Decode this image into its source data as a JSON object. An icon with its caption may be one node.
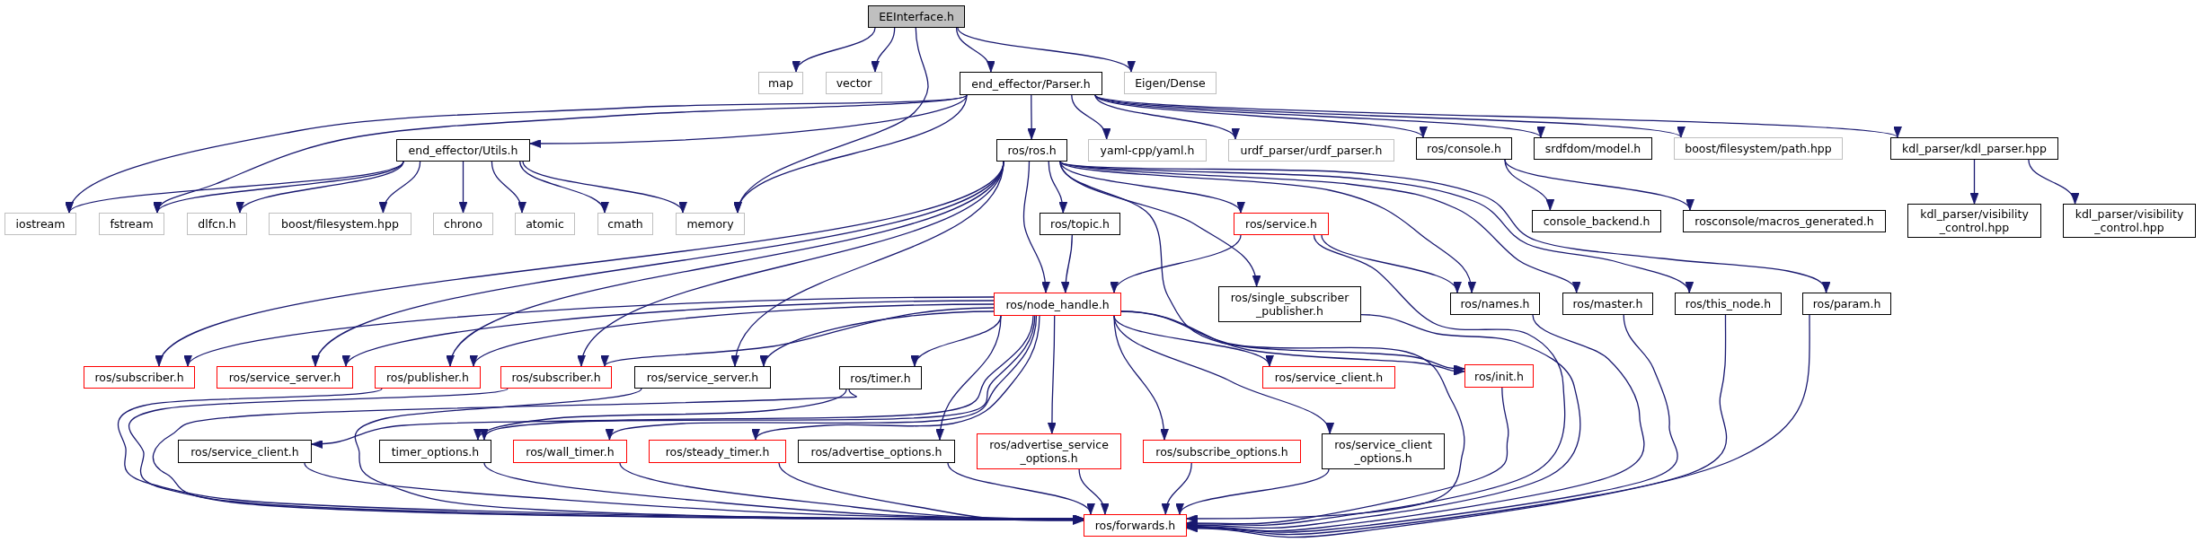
{
  "diagram": {
    "nodes": [
      {
        "text": [
          "EEInterface.h"
        ]
      },
      {
        "text": [
          "map"
        ]
      },
      {
        "text": [
          "vector"
        ]
      },
      {
        "text": [
          "end_effector/Parser.h"
        ]
      },
      {
        "text": [
          "Eigen/Dense"
        ]
      },
      {
        "text": [
          "end_effector/Utils.h"
        ]
      },
      {
        "text": [
          "ros/ros.h"
        ]
      },
      {
        "text": [
          "yaml-cpp/yaml.h"
        ]
      },
      {
        "text": [
          "urdf_parser/urdf_parser.h"
        ]
      },
      {
        "text": [
          "ros/console.h"
        ]
      },
      {
        "text": [
          "srdfdom/model.h"
        ]
      },
      {
        "text": [
          "boost/filesystem/path.hpp"
        ]
      },
      {
        "text": [
          "kdl_parser/kdl_parser.hpp"
        ]
      },
      {
        "text": [
          "iostream"
        ]
      },
      {
        "text": [
          "fstream"
        ]
      },
      {
        "text": [
          "dlfcn.h"
        ]
      },
      {
        "text": [
          "boost/filesystem.hpp"
        ]
      },
      {
        "text": [
          "chrono"
        ]
      },
      {
        "text": [
          "atomic"
        ]
      },
      {
        "text": [
          "cmath"
        ]
      },
      {
        "text": [
          "memory"
        ]
      },
      {
        "text": [
          "ros/topic.h"
        ]
      },
      {
        "text": [
          "ros/service.h"
        ]
      },
      {
        "text": [
          "console_backend.h"
        ]
      },
      {
        "text": [
          "rosconsole/macros_generated.h"
        ]
      },
      {
        "text": [
          "kdl_parser/visibility _control.hpp"
        ]
      },
      {
        "text": [
          "kdl_parser/visibility _control.hpp"
        ]
      },
      {
        "text": [
          "ros/node_handle.h"
        ]
      },
      {
        "text": [
          "ros/single_subscriber _publisher.h"
        ]
      },
      {
        "text": [
          "ros/names.h"
        ]
      },
      {
        "text": [
          "ros/master.h"
        ]
      },
      {
        "text": [
          "ros/this_node.h"
        ]
      },
      {
        "text": [
          "ros/param.h"
        ]
      },
      {
        "text": [
          "ros/subscriber.h"
        ]
      },
      {
        "text": [
          "ros/service_server.h"
        ]
      },
      {
        "text": [
          "ros/publisher.h"
        ]
      },
      {
        "text": [
          "ros/subscriber.h"
        ]
      },
      {
        "text": [
          "ros/service_server.h"
        ]
      },
      {
        "text": [
          "ros/timer.h"
        ]
      },
      {
        "text": [
          "ros/service_client.h"
        ]
      },
      {
        "text": [
          "ros/init.h"
        ]
      },
      {
        "text": [
          "ros/service_client.h"
        ]
      },
      {
        "text": [
          "timer_options.h"
        ]
      },
      {
        "text": [
          "ros/wall_timer.h"
        ]
      },
      {
        "text": [
          "ros/steady_timer.h"
        ]
      },
      {
        "text": [
          "ros/advertise_options.h"
        ]
      },
      {
        "text": [
          "ros/advertise_service _options.h"
        ]
      },
      {
        "text": [
          "ros/subscribe_options.h"
        ]
      },
      {
        "text": [
          "ros/service_client _options.h"
        ]
      },
      {
        "text": [
          "ros/forwards.h"
        ]
      }
    ],
    "edges": [
      {
        "from": 0,
        "to": 1,
        "arrow": "to"
      },
      {
        "from": 0,
        "to": 2,
        "arrow": "to"
      },
      {
        "from": 0,
        "to": 3,
        "arrow": "to"
      },
      {
        "from": 0,
        "to": 4,
        "arrow": "to"
      },
      {
        "from": 0,
        "to": 20,
        "arrow": "to"
      },
      {
        "from": 3,
        "to": 5,
        "arrow": "to"
      },
      {
        "from": 3,
        "to": 6,
        "arrow": "to"
      },
      {
        "from": 3,
        "to": 7,
        "arrow": "to"
      },
      {
        "from": 3,
        "to": 8,
        "arrow": "to"
      },
      {
        "from": 3,
        "to": 9,
        "arrow": "to"
      },
      {
        "from": 3,
        "to": 10,
        "arrow": "to"
      },
      {
        "from": 3,
        "to": 11,
        "arrow": "to"
      },
      {
        "from": 3,
        "to": 12,
        "arrow": "to"
      },
      {
        "from": 3,
        "to": 13,
        "arrow": "to"
      },
      {
        "from": 3,
        "to": 14,
        "arrow": "to"
      },
      {
        "from": 3,
        "to": 20,
        "arrow": "to"
      },
      {
        "from": 5,
        "to": 13,
        "arrow": "to"
      },
      {
        "from": 5,
        "to": 14,
        "arrow": "to"
      },
      {
        "from": 5,
        "to": 15,
        "arrow": "to"
      },
      {
        "from": 5,
        "to": 16,
        "arrow": "to"
      },
      {
        "from": 5,
        "to": 17,
        "arrow": "to"
      },
      {
        "from": 5,
        "to": 18,
        "arrow": "to"
      },
      {
        "from": 5,
        "to": 19,
        "arrow": "to"
      },
      {
        "from": 5,
        "to": 20,
        "arrow": "to"
      },
      {
        "from": 9,
        "to": 23,
        "arrow": "to"
      },
      {
        "from": 9,
        "to": 24,
        "arrow": "to"
      },
      {
        "from": 12,
        "to": 25,
        "arrow": "to"
      },
      {
        "from": 12,
        "to": 26,
        "arrow": "to"
      },
      {
        "from": 6,
        "to": 21,
        "arrow": "to"
      },
      {
        "from": 6,
        "to": 22,
        "arrow": "to"
      },
      {
        "from": 6,
        "to": 27,
        "arrow": "to"
      },
      {
        "from": 6,
        "to": 28,
        "arrow": "to"
      },
      {
        "from": 6,
        "to": 29,
        "arrow": "to"
      },
      {
        "from": 6,
        "to": 30,
        "arrow": "to"
      },
      {
        "from": 6,
        "to": 31,
        "arrow": "to"
      },
      {
        "from": 6,
        "to": 32,
        "arrow": "to"
      },
      {
        "from": 6,
        "to": 40,
        "arrow": "to"
      },
      {
        "from": 6,
        "to": 33,
        "arrow": "to"
      },
      {
        "from": 6,
        "to": 34,
        "arrow": "to"
      },
      {
        "from": 6,
        "to": 35,
        "arrow": "to"
      },
      {
        "from": 6,
        "to": 36,
        "arrow": "to"
      },
      {
        "from": 6,
        "to": 37,
        "arrow": "to"
      },
      {
        "from": 21,
        "to": 27,
        "arrow": "to"
      },
      {
        "from": 22,
        "to": 27,
        "arrow": "to"
      },
      {
        "from": 22,
        "to": 29,
        "arrow": "to"
      },
      {
        "from": 22,
        "to": 49,
        "arrow": "to"
      },
      {
        "from": 27,
        "to": 33,
        "arrow": "to"
      },
      {
        "from": 27,
        "to": 34,
        "arrow": "to"
      },
      {
        "from": 27,
        "to": 35,
        "arrow": "to"
      },
      {
        "from": 27,
        "to": 36,
        "arrow": "to"
      },
      {
        "from": 27,
        "to": 37,
        "arrow": "to"
      },
      {
        "from": 27,
        "to": 38,
        "arrow": "to"
      },
      {
        "from": 27,
        "to": 39,
        "arrow": "to"
      },
      {
        "from": 27,
        "to": 40,
        "arrow": "to"
      },
      {
        "from": 27,
        "to": 41,
        "arrow": "to"
      },
      {
        "from": 27,
        "to": 42,
        "arrow": "to"
      },
      {
        "from": 27,
        "to": 43,
        "arrow": "to"
      },
      {
        "from": 27,
        "to": 44,
        "arrow": "to"
      },
      {
        "from": 27,
        "to": 45,
        "arrow": "to"
      },
      {
        "from": 27,
        "to": 46,
        "arrow": "to"
      },
      {
        "from": 27,
        "to": 47,
        "arrow": "to"
      },
      {
        "from": 27,
        "to": 48,
        "arrow": "to"
      },
      {
        "from": 27,
        "to": 49,
        "arrow": "to"
      },
      {
        "from": 28,
        "to": 49,
        "arrow": "to"
      },
      {
        "from": 29,
        "to": 49,
        "arrow": "to"
      },
      {
        "from": 30,
        "to": 49,
        "arrow": "to"
      },
      {
        "from": 31,
        "to": 49,
        "arrow": "to"
      },
      {
        "from": 32,
        "to": 49,
        "arrow": "to"
      },
      {
        "from": 38,
        "to": 42,
        "arrow": "to"
      },
      {
        "from": 38,
        "to": 49,
        "arrow": "to"
      },
      {
        "from": 40,
        "to": 49,
        "arrow": "to"
      },
      {
        "from": 35,
        "to": 49,
        "arrow": "to"
      },
      {
        "from": 36,
        "to": 49,
        "arrow": "to"
      },
      {
        "from": 37,
        "to": 49,
        "arrow": "to"
      },
      {
        "from": 41,
        "to": 49,
        "arrow": "to"
      },
      {
        "from": 42,
        "to": 49,
        "arrow": "to"
      },
      {
        "from": 43,
        "to": 49,
        "arrow": "to"
      },
      {
        "from": 44,
        "to": 49,
        "arrow": "to"
      },
      {
        "from": 45,
        "to": 49,
        "arrow": "to"
      },
      {
        "from": 46,
        "to": 49,
        "arrow": "to"
      },
      {
        "from": 47,
        "to": 49,
        "arrow": "to"
      },
      {
        "from": 48,
        "to": 49,
        "arrow": "to"
      }
    ]
  }
}
